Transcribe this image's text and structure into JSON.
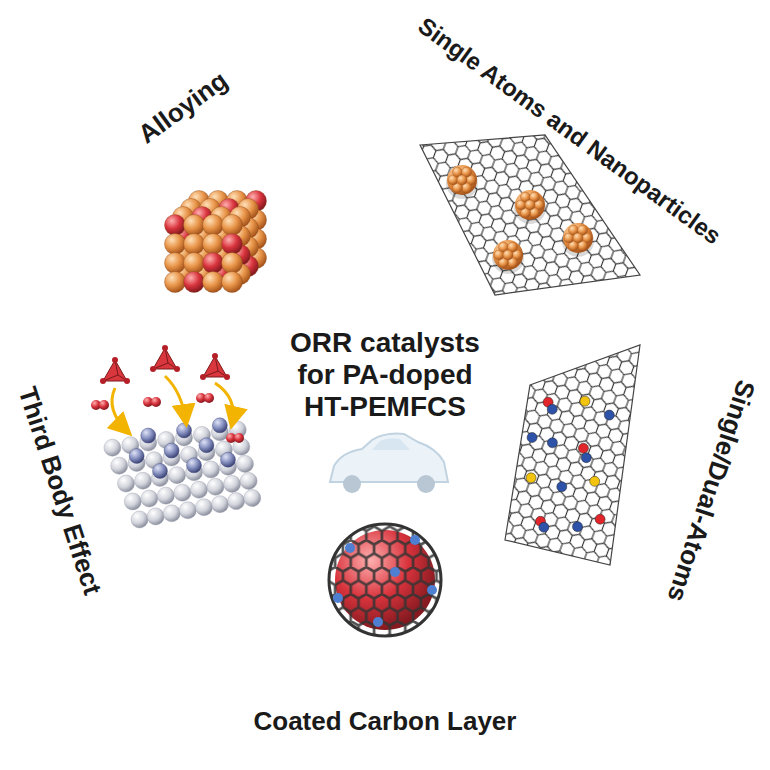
{
  "diagram": {
    "nodes": [
      {
        "text": [
          "Alloying"
        ]
      },
      {
        "text": [
          "Single Atoms and Nanoparticles"
        ]
      },
      {
        "text": [
          "Single/Dual-Atoms"
        ]
      },
      {
        "text": [
          "Coated Carbon Layer"
        ]
      },
      {
        "text": [
          "Third Body Effect"
        ]
      },
      {
        "text": [
          "ORR catalysts for PA-doped HT-PEMFCS"
        ]
      }
    ]
  }
}
